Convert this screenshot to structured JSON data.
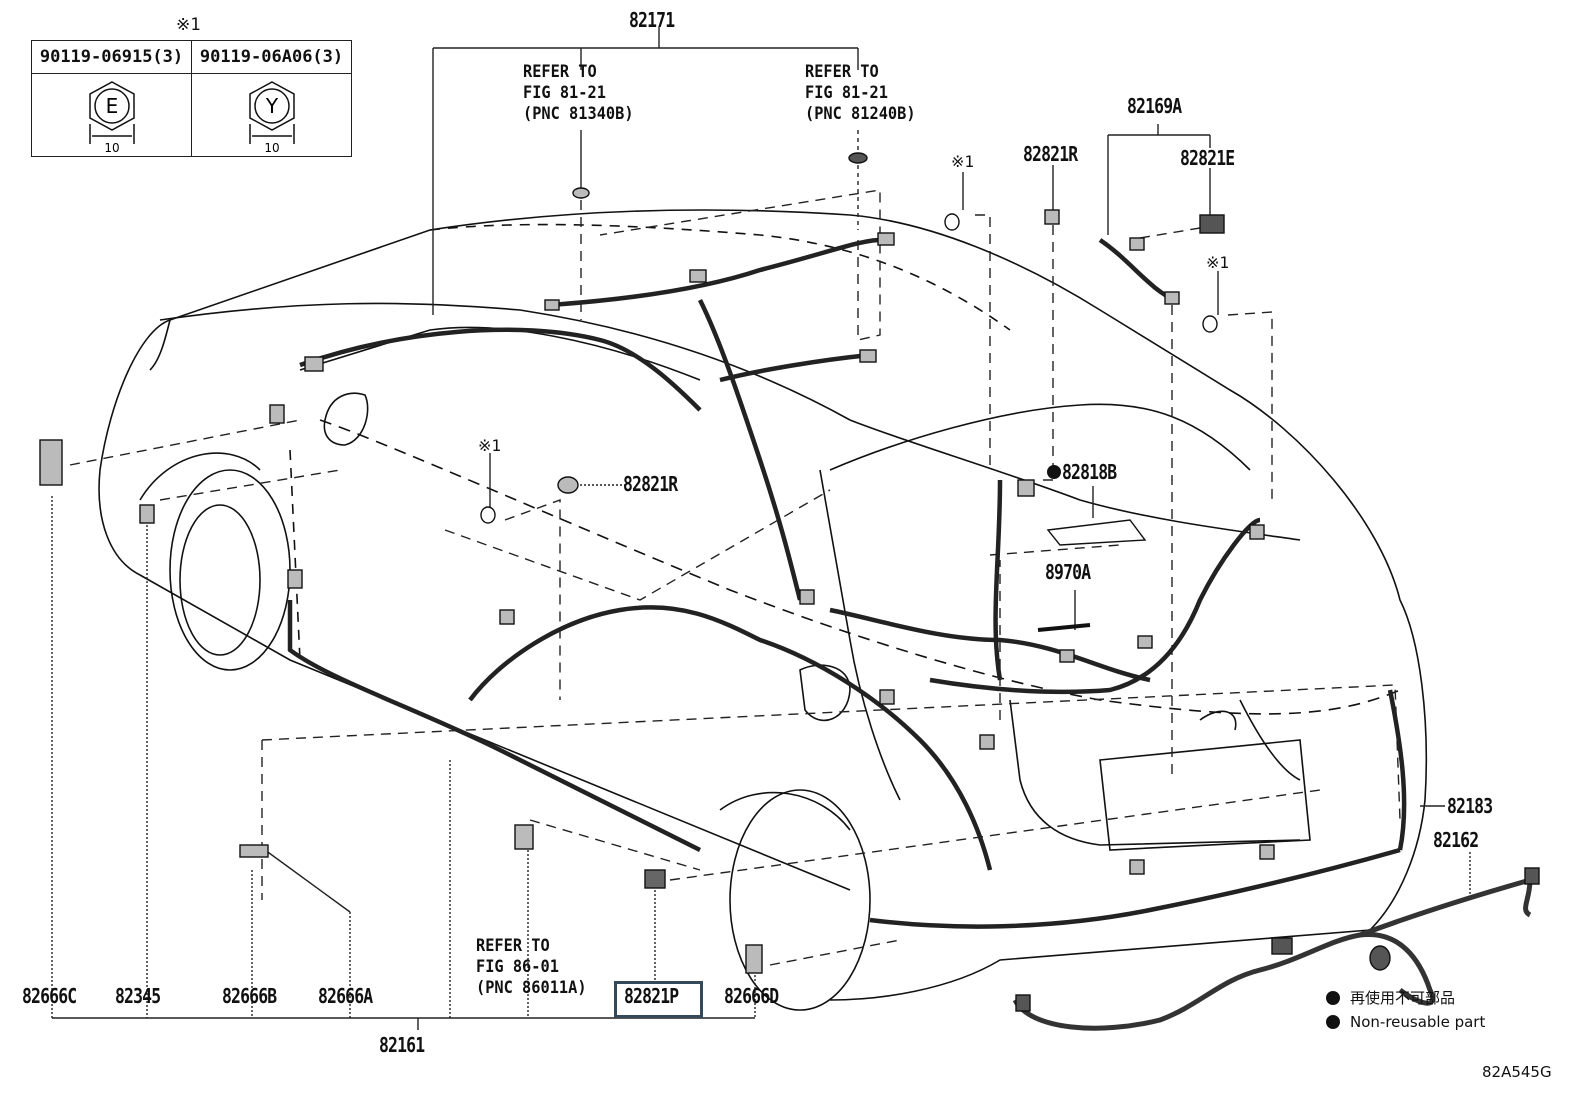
{
  "fastener_table": {
    "marker": "※1",
    "columns": [
      {
        "part_no": "90119-06915(3)",
        "head_mark": "E",
        "size": "10"
      },
      {
        "part_no": "90119-06A06(3)",
        "head_mark": "Y",
        "size": "10"
      }
    ]
  },
  "callouts": {
    "p82171": "82171",
    "p82169A": "82169A",
    "p82821R_top": "82821R",
    "p82821E": "82821E",
    "p82821R_mid": "82821R",
    "p82818B": "82818B",
    "p8970A": "8970A",
    "p82183": "82183",
    "p82162": "82162",
    "p82666C": "82666C",
    "p82345": "82345",
    "p82666B": "82666B",
    "p82666A": "82666A",
    "p82821P": "82821P",
    "p82666D": "82666D",
    "p82161": "82161"
  },
  "references": {
    "ref_left": "REFER TO\nFIG 81-21\n(PNC 81340B)",
    "ref_right": "REFER TO\nFIG 81-21\n(PNC 81240B)",
    "ref_bottom": "REFER TO\nFIG 86-01\n(PNC 86011A)"
  },
  "bolt_markers": {
    "m1": "※1",
    "m2": "※1",
    "m3": "※1"
  },
  "highlighted_part": "82821P",
  "legend": {
    "non_reusable_jp": "再使用不可部品",
    "non_reusable_en": "Non-reusable part"
  },
  "figure_code": "82A545G"
}
